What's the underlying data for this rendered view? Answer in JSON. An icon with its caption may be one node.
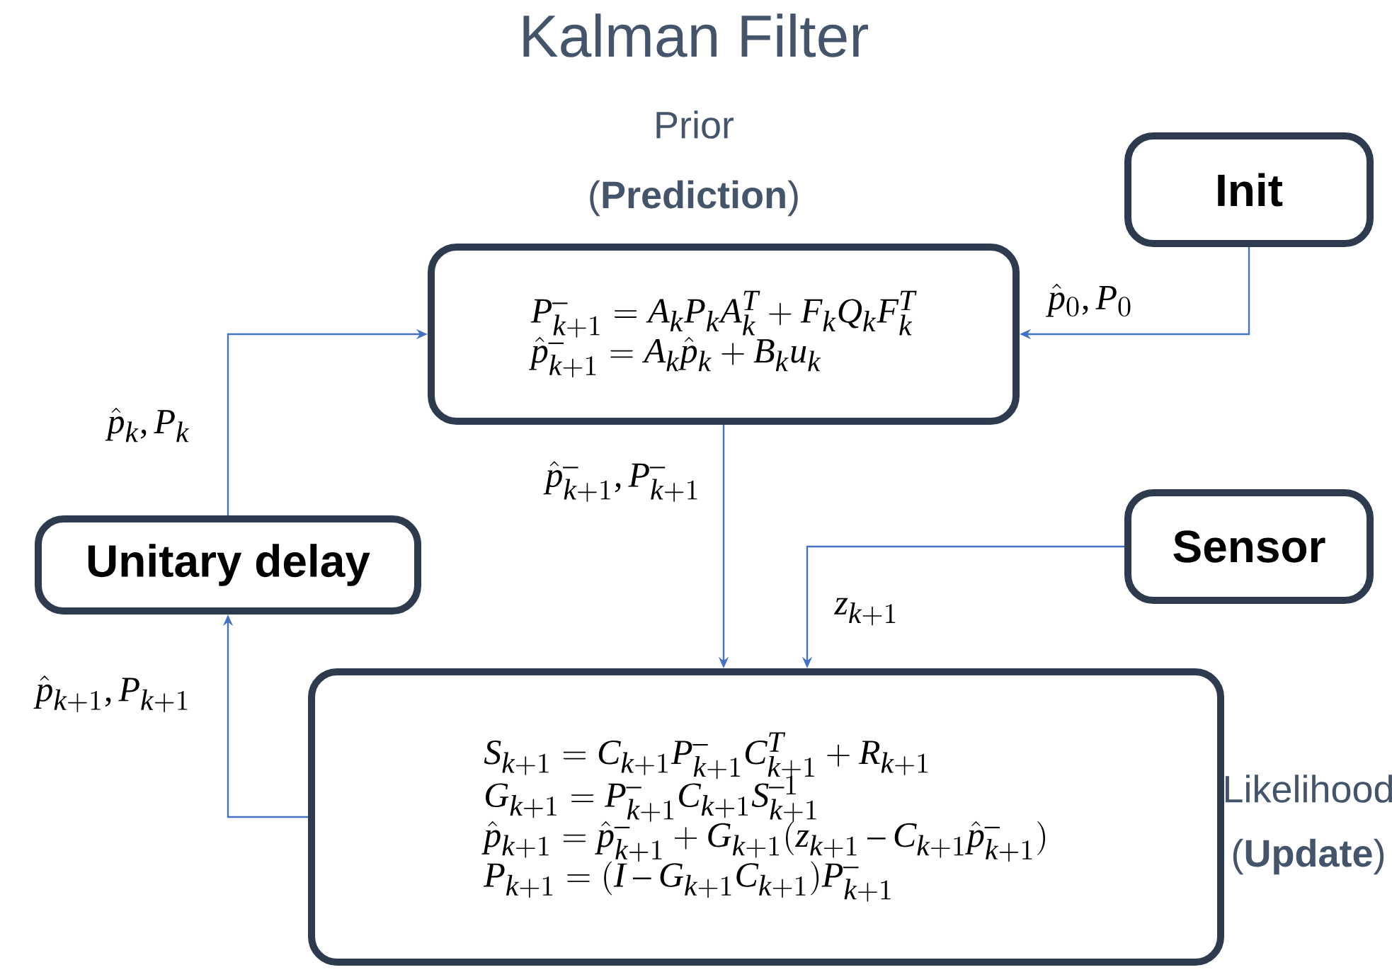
{
  "diagram": {
    "title": "Kalman Filter",
    "nodes": [
      {
        "text": [
          "Init"
        ]
      },
      {
        "text": [
          "P^-_{k+1} = A_k P_k A_k^T + F_k Q_k F_k^T",
          "\\hat{p}^-_{k+1} = A_k \\hat{p}_k + B_k u_k"
        ],
        "beside": [
          "Prior",
          "(**Prediction**)"
        ]
      },
      {
        "text": [
          "Sensor"
        ]
      },
      {
        "text": [
          "Unitary delay"
        ]
      },
      {
        "text": [
          "S_{k+1} = C_{k+1} P^-_{k+1} C^T_{k+1} + R_{k+1}",
          "G_{k+1} = P^-_{k+1} C_{k+1} S^{-1}_{k+1}",
          "\\hat{p}_{k+1} = \\hat{p}^-_{k+1} + G_{k+1}(z_{k+1} - C_{k+1}\\hat{p}^-_{k+1})",
          "P_{k+1} = (I - G_{k+1} C_{k+1}) P^-_{k+1}"
        ],
        "beside": [
          "Likelihood",
          "(**Update**)"
        ]
      }
    ],
    "edges": [
      {
        "from": 0,
        "to": 1,
        "arrow": "to",
        "label": "\\hat{p}_0, P_0"
      },
      {
        "from": 1,
        "to": 4,
        "arrow": "to",
        "label": "\\hat{p}^-_{k+1}, P^-_{k+1}"
      },
      {
        "from": 2,
        "to": 4,
        "arrow": "to",
        "label": "z_{k+1}"
      },
      {
        "from": 4,
        "to": 3,
        "arrow": "to",
        "label": "\\hat{p}_{k+1}, P_{k+1}"
      },
      {
        "from": 3,
        "to": 1,
        "arrow": "to",
        "label": "\\hat{p}_k, P_k"
      }
    ]
  }
}
